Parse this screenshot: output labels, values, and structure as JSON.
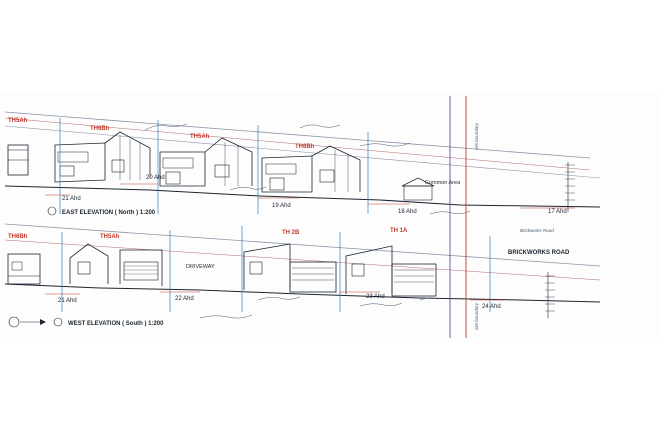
{
  "drawing": {
    "east_elevation": {
      "title": "EAST ELEVATION ( North ) 1:200",
      "house_labels": [
        "TH5Ah",
        "TH6Bh",
        "TH5Ah",
        "TH6Bh"
      ],
      "levels": [
        "21 Ahd",
        "20 Ahd",
        "19 Ahd",
        "18 Ahd",
        "17 Ahd"
      ],
      "annotations": [
        "Common Area",
        "Brickworks Road"
      ]
    },
    "west_elevation": {
      "title": "WEST ELEVATION ( South ) 1:200",
      "house_labels": [
        "TH6Bh",
        "TH5Ah",
        "TH 2B",
        "TH 1A"
      ],
      "levels": [
        "21 Ahd",
        "22 Ahd",
        "23 Ahd",
        "24 Ahd"
      ],
      "annotations": [
        "DRIVEWAY",
        "BRICKWORKS ROAD"
      ]
    },
    "vertical_labels": [
      "site boundary",
      "site boundary"
    ]
  }
}
